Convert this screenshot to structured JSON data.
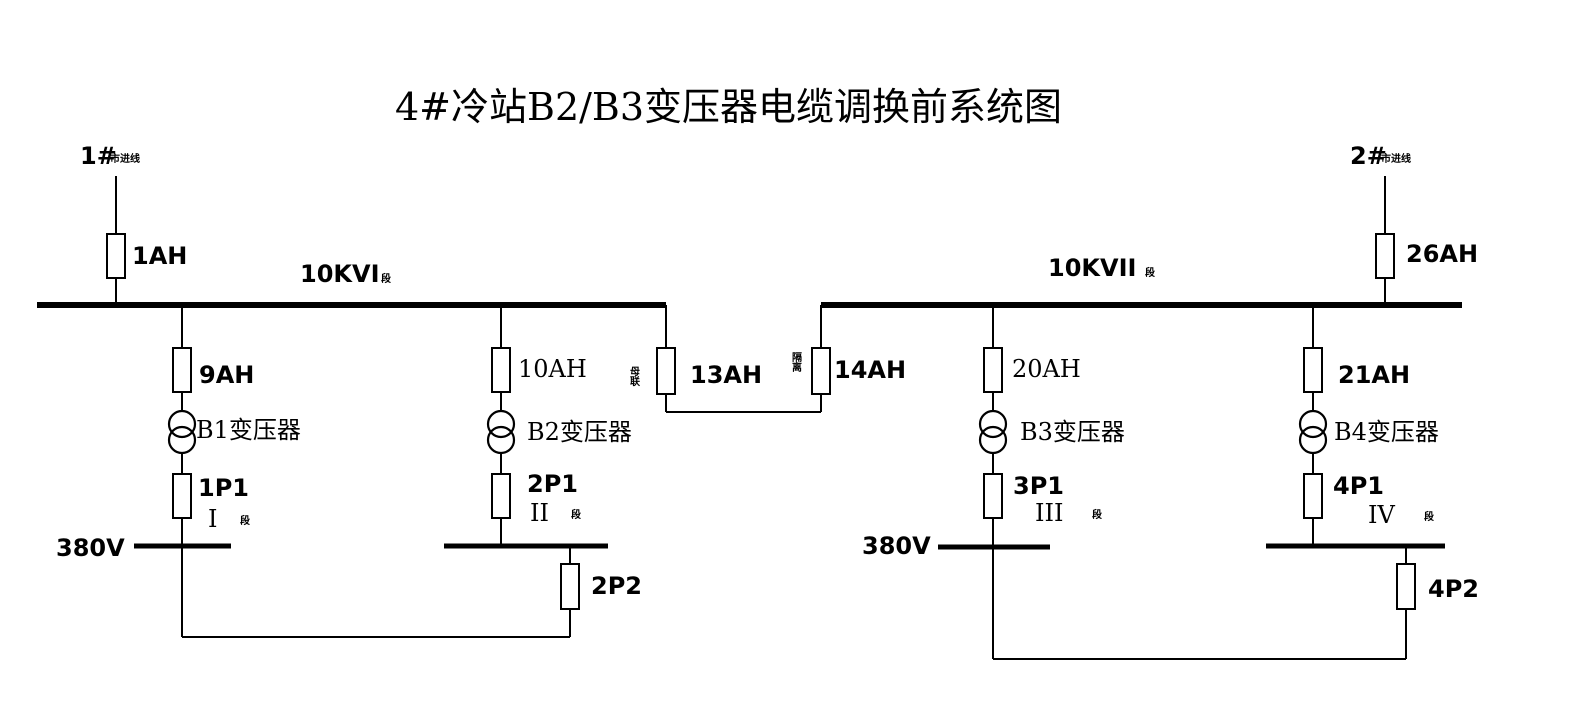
{
  "title": "4#冷站B2/B3变压器电缆调换前系统图",
  "incoming": {
    "left": {
      "num": "1#",
      "tag": "市进线"
    },
    "right": {
      "num": "2#",
      "tag": "市进线"
    }
  },
  "buses": {
    "hv1": {
      "name": "10KVI",
      "seg": "段"
    },
    "hv2": {
      "name": "10KVII",
      "seg": "段"
    },
    "lv_left_voltage": "380V",
    "lv_right_voltage": "380V"
  },
  "switchgear": {
    "in1": "1AH",
    "in2": "26AH",
    "f9": "9AH",
    "f10": "10AH",
    "tie13": "13AH",
    "tie13_tag": "母联",
    "tie14": "14AH",
    "tie14_tag": "隔离",
    "f20": "20AH",
    "f21": "21AH"
  },
  "transformers": {
    "b1": "B1变压器",
    "b2": "B2变压器",
    "b3": "B3变压器",
    "b4": "B4变压器"
  },
  "lv_incomers": {
    "p1": "1P1",
    "p2": "2P1",
    "p3": "3P1",
    "p4": "4P1"
  },
  "lv_sections": {
    "s1": {
      "roman": "I",
      "seg": "段"
    },
    "s2": {
      "roman": "II",
      "seg": "段"
    },
    "s3": {
      "roman": "III",
      "seg": "段"
    },
    "s4": {
      "roman": "IV",
      "seg": "段"
    }
  },
  "lv_ties": {
    "t1": "2P2",
    "t2": "4P2"
  }
}
